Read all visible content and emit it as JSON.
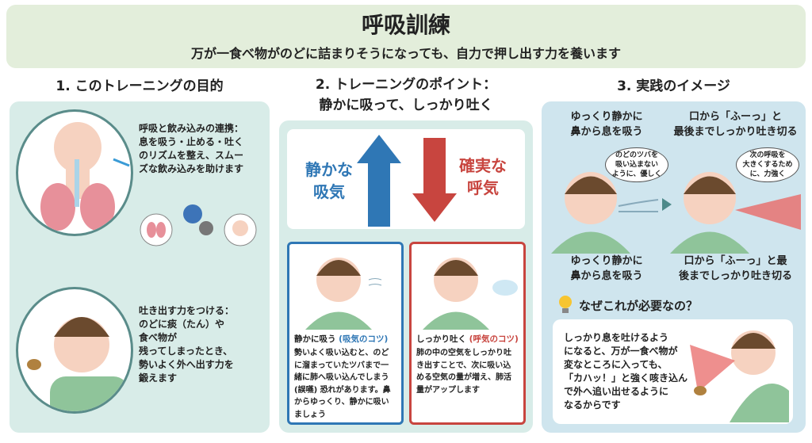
{
  "header": {
    "title": "呼吸訓練",
    "subtitle": "万が一食べ物がのどに詰まりそうになっても、自力で押し出す力を養います"
  },
  "col1": {
    "heading": "1. このトレーニングの目的",
    "item1": [
      "呼吸と飲み込みの連携：",
      "息を吸う・止める・吐く",
      "のリズムを整え、スムー",
      "ズな飲み込みを助けます"
    ],
    "item2": [
      "吐き出す力をつける：",
      "のどに痰（たん）や",
      "食べ物が",
      "残ってしまったとき、",
      "勢いよく外へ出す力を",
      "鍛えます"
    ]
  },
  "col2": {
    "heading1": "2. トレーニングのポイント：",
    "heading2": "静かに吸って、しっかり吐く",
    "inhale_label": [
      "静かな",
      "吸気"
    ],
    "exhale_label": [
      "確実な",
      "呼気"
    ],
    "card1": {
      "title": "静かに吸う",
      "tag": "(吸気のコツ)",
      "body": "勢いよく吸い込むと、のどに溜まっていたツバまで一緒に肺へ吸い込んでしまう (誤嚥) 恐れがあります。鼻からゆっくり、静かに吸いましょう"
    },
    "card2": {
      "title": "しっかり吐く",
      "tag": "(呼気のコツ)",
      "body": "肺の中の空気をしっかり吐き出すことで、次に吸い込める空気の量が増え、肺活量がアップします"
    },
    "colors": {
      "blue": "#2f77b5",
      "red": "#c8453f"
    }
  },
  "col3": {
    "heading": "3. 実践のイメージ",
    "top_left": [
      "ゆっくり静かに",
      "鼻から息を吸う"
    ],
    "top_right": [
      "口から「ふーっ」と",
      "最後までしっかり吐き切る"
    ],
    "bubble_left": [
      "のどのツバを",
      "吸い込まない",
      "ように、優しく"
    ],
    "bubble_right": [
      "次の呼吸を",
      "大きくするため",
      "に、力強く"
    ],
    "bottom_left": [
      "ゆっくり静かに",
      "鼻から息を吸う"
    ],
    "bottom_right": [
      "口から「ふーっ」と最",
      "後までしっかり吐き切る"
    ],
    "why_title": "なぜこれが必要なの？",
    "why_body": [
      "しっかり息を吐けるよう",
      "になると、万が一食べ物が",
      "変なところに入っても、",
      "「カハッ！」と強く咳き込ん",
      "で外へ追い出せるように",
      "なるからです"
    ]
  }
}
